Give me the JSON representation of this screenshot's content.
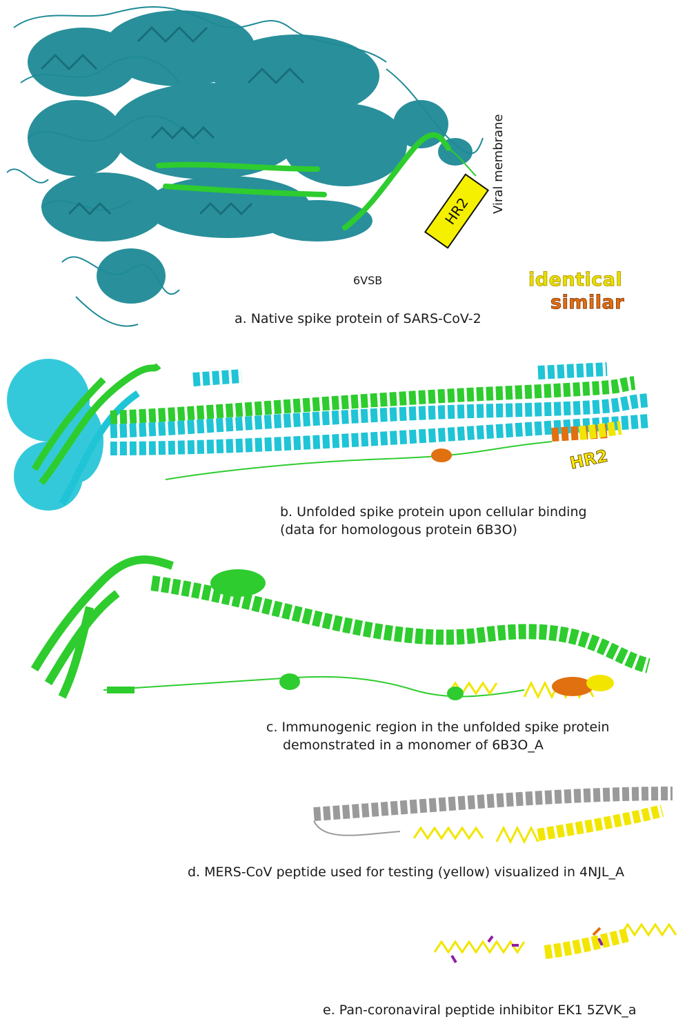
{
  "panel_a": {
    "pdb_id": "6VSB",
    "caption": "a. Native spike protein of SARS-CoV-2",
    "membrane_label": "Viral membrane",
    "hr2_label": "HR2"
  },
  "legend": {
    "identical": "identical",
    "similar": "similar"
  },
  "panel_b": {
    "caption_line1": "b. Unfolded spike protein upon cellular binding",
    "caption_line2": "(data for homologous protein 6B3O)",
    "hr2_label": "HR2"
  },
  "panel_c": {
    "caption_line1": "c. Immunogenic region in the unfolded spike protein",
    "caption_line2": "demonstrated in a monomer of 6B3O_A"
  },
  "panel_d": {
    "caption": "d. MERS-CoV peptide used for testing (yellow) visualized in 4NJL_A"
  },
  "panel_e": {
    "caption": "e. Pan-coronaviral peptide inhibitor EK1 5ZVK_a"
  },
  "colors": {
    "teal": "#1e8a96",
    "cyan": "#1fc4d6",
    "green": "#2ecc2e",
    "yellow": "#f2e600",
    "orange": "#e07010",
    "gray": "#9a9a9a",
    "purple": "#9020a0"
  }
}
